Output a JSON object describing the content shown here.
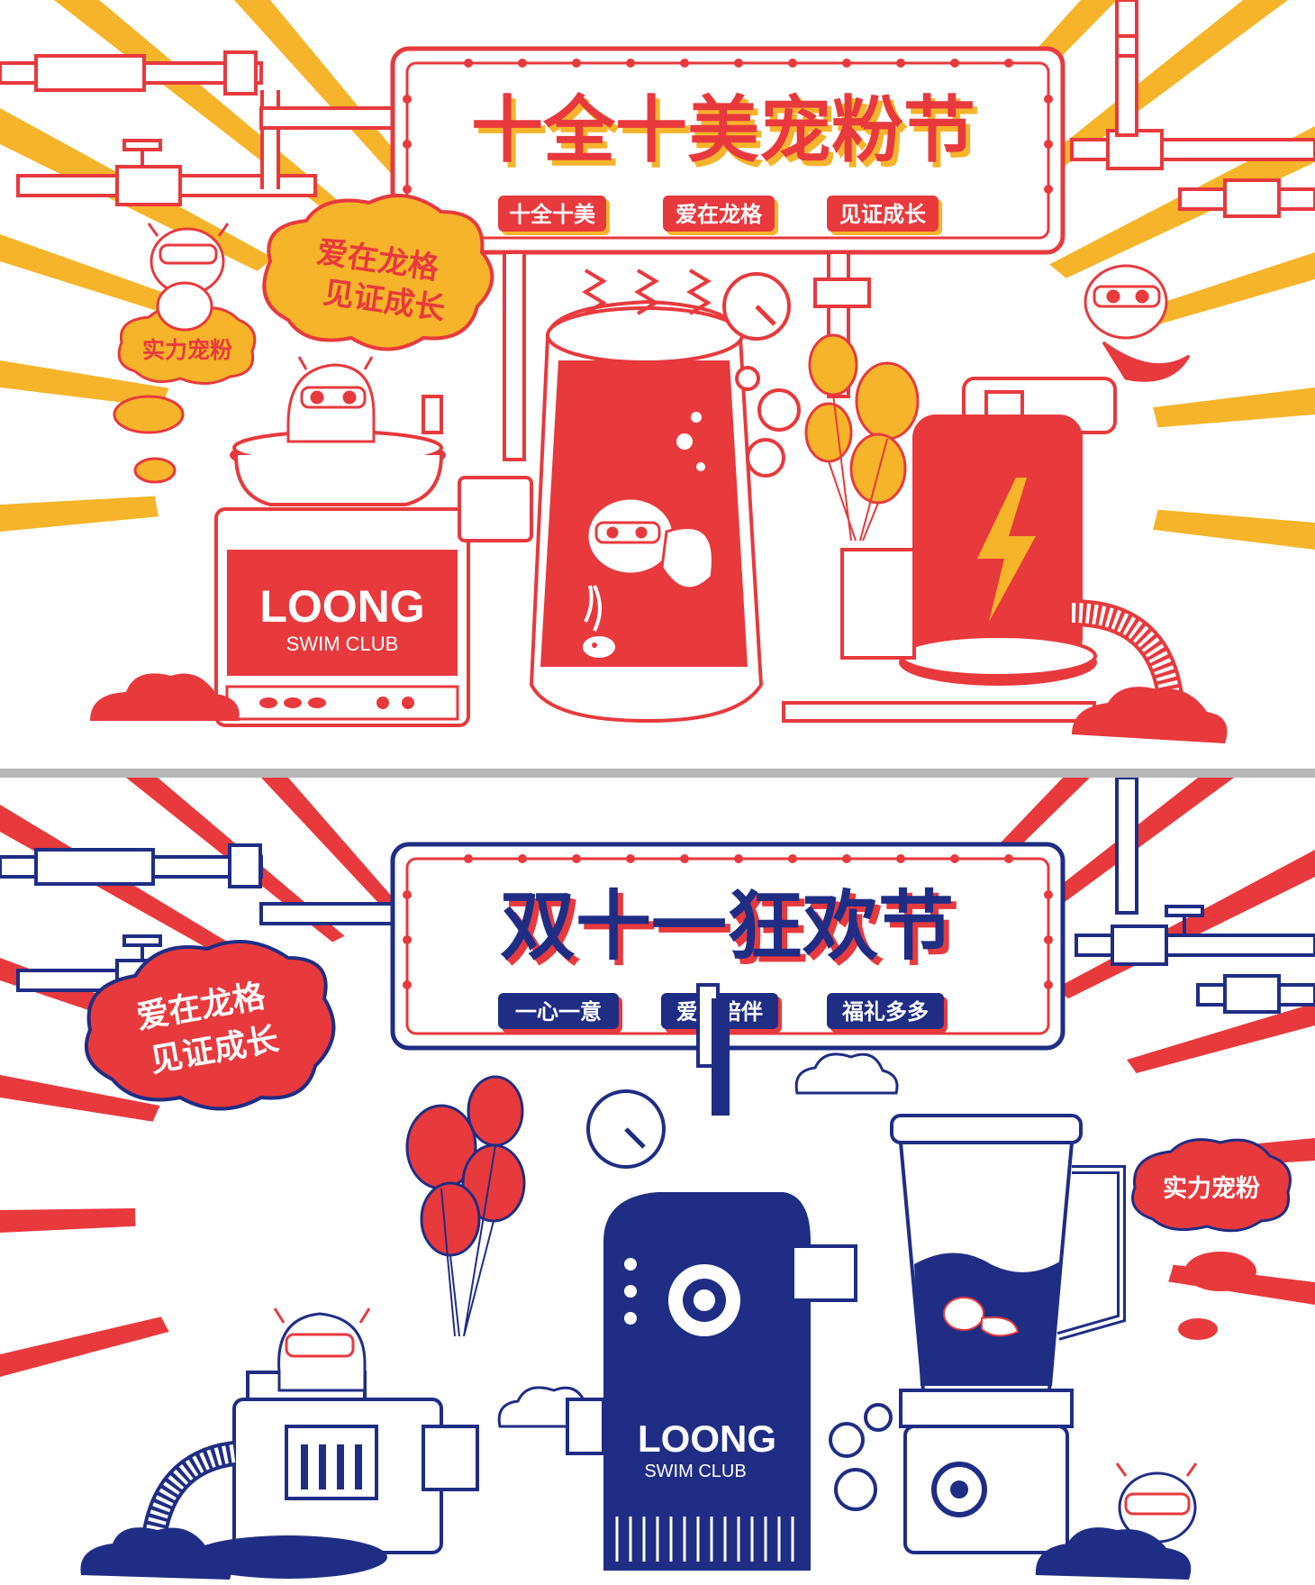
{
  "palette": {
    "red": "#e8393d",
    "yellow": "#f5b42a",
    "navy": "#1f2d85",
    "white": "#ffffff"
  },
  "top": {
    "title": "十全十美宠粉节",
    "tags": [
      "十全十美",
      "爱在龙格",
      "见证成长"
    ],
    "cloud_line1": "爱在龙格",
    "cloud_line2": "见证成长",
    "badge": "实力宠粉",
    "logo": "LOONG",
    "logo_sub": "SWIM CLUB"
  },
  "bottom": {
    "title": "双十一狂欢节",
    "tags": [
      "一心一意",
      "爱与陪伴",
      "福礼多多"
    ],
    "cloud_line1": "爱在龙格",
    "cloud_line2": "见证成长",
    "badge": "实力宠粉",
    "logo": "LOONG",
    "logo_sub": "SWIM CLUB"
  },
  "icons": [
    "pipe-icon",
    "valve-icon",
    "gauge-icon",
    "lightning-icon",
    "balloon-icon",
    "cloud-icon",
    "mascot-icon",
    "blender-icon"
  ]
}
